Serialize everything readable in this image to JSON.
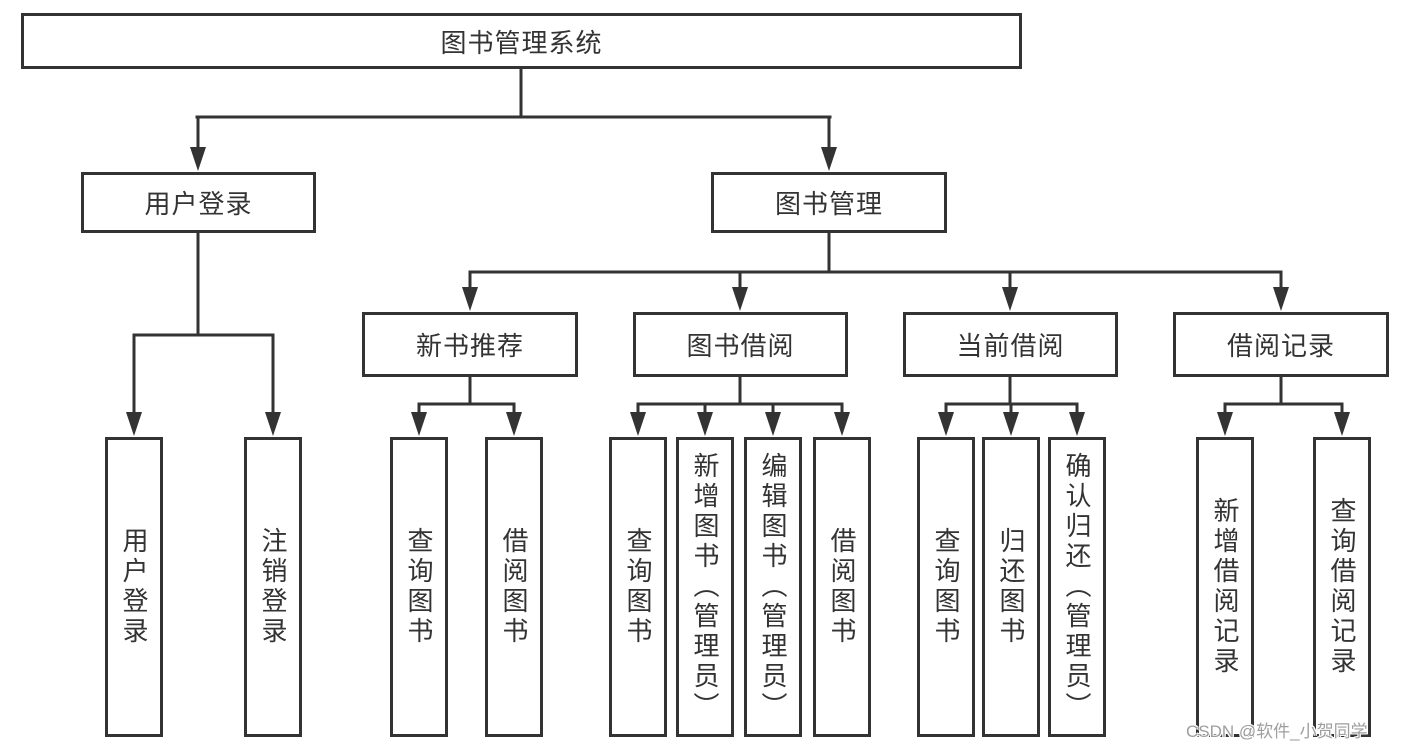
{
  "diagram": {
    "title": "图书管理系统",
    "level2": {
      "user": {
        "label": "用户登录",
        "children": [
          "用户登录",
          "注销登录"
        ]
      },
      "books": {
        "label": "图书管理",
        "sections": {
          "recommend": {
            "label": "新书推荐",
            "children": [
              "查询图书",
              "借阅图书"
            ]
          },
          "borrow": {
            "label": "图书借阅",
            "children": [
              "查询图书",
              "新增图书（管理员）",
              "编辑图书（管理员）",
              "借阅图书"
            ]
          },
          "current": {
            "label": "当前借阅",
            "children": [
              "查询图书",
              "归还图书",
              "确认归还（管理员）"
            ]
          },
          "records": {
            "label": "借阅记录",
            "children": [
              "新增借阅记录",
              "查询借阅记录"
            ]
          }
        }
      }
    },
    "colors": {
      "line": "#333333",
      "box_background": "#ffffff",
      "text": "#333333",
      "watermark": "#9e9e9e"
    },
    "watermark": "CSDN @软件_小贺同学"
  }
}
